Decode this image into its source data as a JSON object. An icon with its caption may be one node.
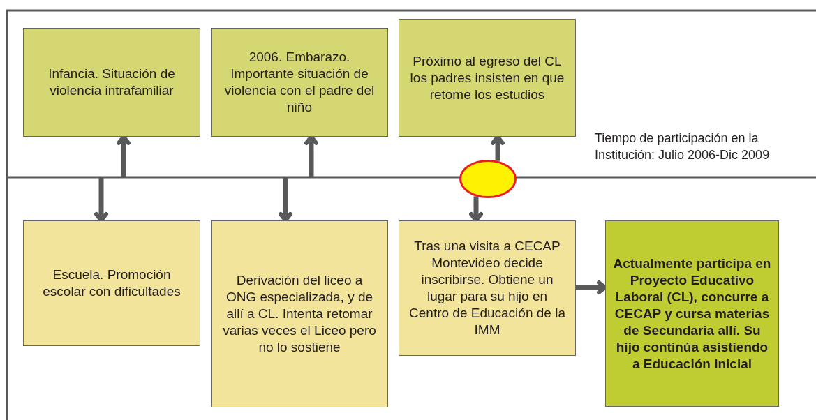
{
  "diagram": {
    "nodes": [
      {
        "text": [
          "Infancia. Situación de violencia intrafamiliar"
        ]
      },
      {
        "text": [
          "2006. Embarazo. Importante situación de violencia con el padre del niño"
        ]
      },
      {
        "text": [
          "Próximo al egreso del CL los padres insisten en que retome los estudios"
        ]
      },
      {
        "text": [
          "Escuela. Promoción escolar con dificultades"
        ]
      },
      {
        "text": [
          "Derivación del liceo a ONG especializada, y de allí a CL. Intenta retomar varias veces el Liceo pero no lo sostiene"
        ]
      },
      {
        "text": [
          "Tras una visita a CECAP Montevideo decide inscribirse. Obtiene un lugar para su hijo en Centro de Educación de la IMM"
        ]
      },
      {
        "text": [
          "Actualmente participa en Proyecto Educativo Laboral (CL), concurre a CECAP y cursa materias de Secundaria allí. Su hijo continúa asistiendo a Educación Inicial"
        ]
      },
      {
        "text": [],
        "shape": "circle"
      }
    ],
    "edges": [
      {
        "from": null,
        "to": 0,
        "arrow": "to"
      },
      {
        "from": null,
        "to": 3,
        "arrow": "to"
      },
      {
        "from": null,
        "to": 1,
        "arrow": "to"
      },
      {
        "from": null,
        "to": 4,
        "arrow": "to"
      },
      {
        "from": 7,
        "to": 2,
        "arrow": "to"
      },
      {
        "from": 7,
        "to": 5,
        "arrow": "to"
      },
      {
        "from": 5,
        "to": 6,
        "arrow": "to"
      }
    ],
    "labels": [
      "Tiempo de participación en la Institución: Julio 2006-Dic 2009"
    ]
  }
}
